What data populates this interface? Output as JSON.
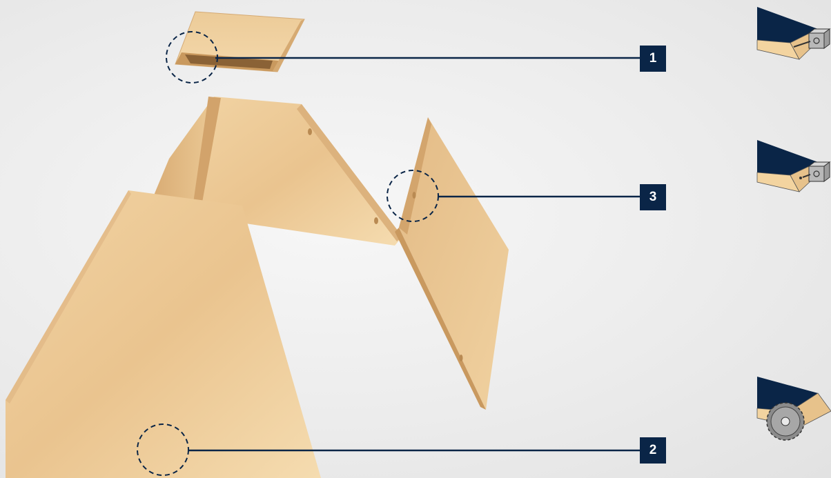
{
  "colors": {
    "navy": "#0a2547",
    "wood_light": "#f4d7a6",
    "wood_mid": "#e8c28c",
    "wood_dark": "#d3a56e",
    "leader": "#0a2547"
  },
  "callouts": [
    {
      "id": "1",
      "label": "1"
    },
    {
      "id": "3",
      "label": "3"
    },
    {
      "id": "2",
      "label": "2"
    }
  ],
  "tool_icons": [
    {
      "name": "dowel-drill-with-pin-icon"
    },
    {
      "name": "dowel-drill-icon"
    },
    {
      "name": "saw-blade-icon"
    }
  ]
}
